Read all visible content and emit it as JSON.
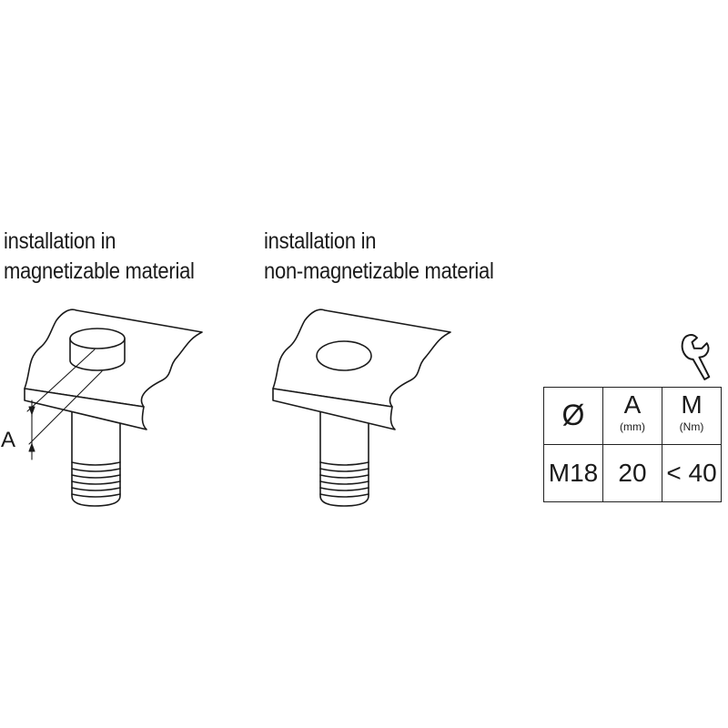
{
  "installations": [
    {
      "line1": "installation in",
      "line2": "magnetizable material"
    },
    {
      "line1": "installation in",
      "line2": "non-magnetizable material"
    }
  ],
  "dimension_label": "A",
  "spec_table": {
    "columns": [
      {
        "symbol": "Ø",
        "unit": ""
      },
      {
        "symbol": "A",
        "unit": "(mm)"
      },
      {
        "symbol": "M",
        "unit": "(Nm)"
      }
    ],
    "row": [
      "M18",
      "20",
      "< 40"
    ]
  },
  "icons": {
    "torque": "wrench-icon"
  },
  "colors": {
    "line": "#1a1a1a",
    "background": "#ffffff"
  }
}
